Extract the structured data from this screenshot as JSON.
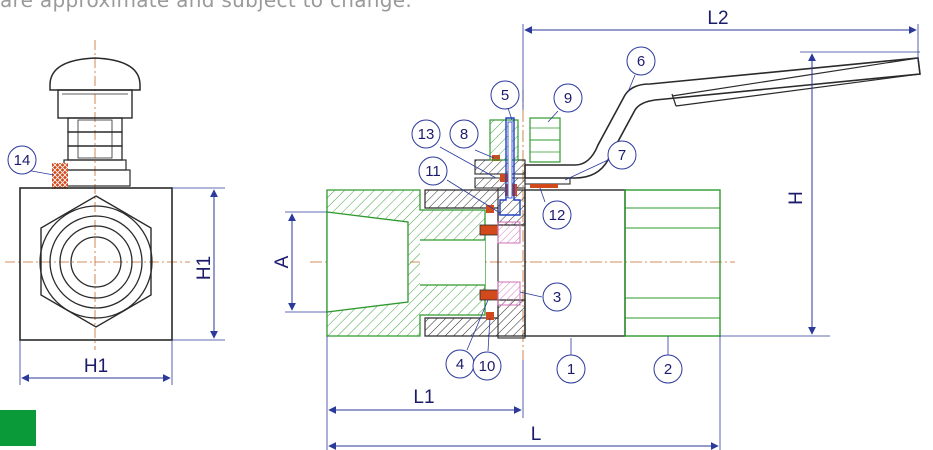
{
  "header": {
    "note": "are approximate and subject to change."
  },
  "colors": {
    "dimension": "#2b3a9b",
    "outline_green": "#2e9a2e",
    "outline_dark": "#2a2a2a",
    "center_line": "#c86a28",
    "seal_red": "#d24a1c",
    "seat_pink": "#d070b8",
    "stem_blue": "#2040c0",
    "badge_green": "#0a9a3a"
  },
  "dimensions": {
    "l2": "L2",
    "h": "H",
    "a": "A",
    "h1_side": "H1",
    "h1_bottom": "H1",
    "l1": "L1",
    "l": "L"
  },
  "callouts": [
    {
      "number": "1"
    },
    {
      "number": "2"
    },
    {
      "number": "3"
    },
    {
      "number": "4"
    },
    {
      "number": "5"
    },
    {
      "number": "6"
    },
    {
      "number": "7"
    },
    {
      "number": "8"
    },
    {
      "number": "9"
    },
    {
      "number": "10"
    },
    {
      "number": "11"
    },
    {
      "number": "12"
    },
    {
      "number": "13"
    },
    {
      "number": "14"
    }
  ]
}
